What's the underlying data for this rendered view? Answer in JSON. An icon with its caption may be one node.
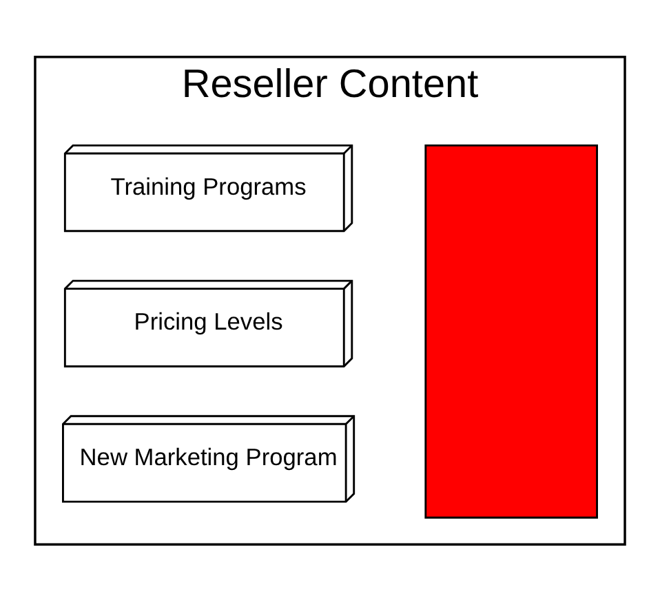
{
  "diagram": {
    "nodes": [
      {
        "text": [
          "Reseller Content"
        ]
      },
      {
        "text": [
          "New Marketing Program"
        ],
        "in": 0
      },
      {
        "text": [
          "Pricing Levels"
        ],
        "in": 0
      },
      {
        "text": [
          "Training Programs"
        ],
        "in": 0
      },
      {
        "text": [],
        "shape": "box",
        "in": 0
      }
    ],
    "edges": []
  }
}
